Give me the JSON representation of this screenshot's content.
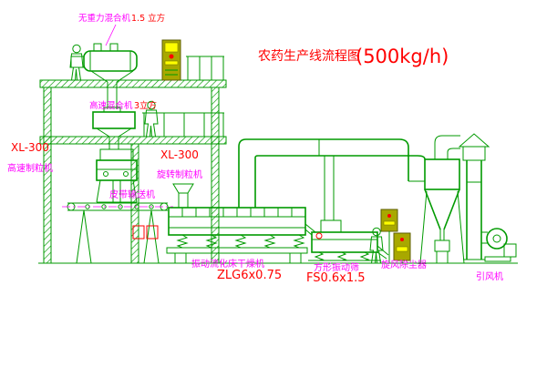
{
  "title": {
    "name": "农药生产线流程图",
    "capacity": "(500kg/h)"
  },
  "labels": {
    "mixer_top_name": "无重力混合机",
    "mixer_top_size": "1.5 立方",
    "mixer2_name": "高速混合机",
    "mixer2_size": "3立方",
    "granulator_left_model": "XL-300",
    "granulator_left_name": "高速制粒机",
    "granulator_mid_model": "XL-300",
    "granulator_mid_name": "旋转制粒机",
    "conveyor": "皮带输送机",
    "dryer_name": "振动流化床干燥机",
    "dryer_model": "ZLG6x0.75",
    "screen_name": "方形振动筛",
    "screen_model": "FS0.6x1.5",
    "cyclone_name": "旋风除尘器",
    "fan_name": "引风机"
  },
  "colors": {
    "drawing_line": "#009a00",
    "label_magenta": "#ff00ff",
    "label_red": "#ff0000",
    "panel_fill": "#a8a800",
    "panel_accent": "#ffff00",
    "indicator_red": "#ff0000",
    "background": "#ffffff"
  }
}
